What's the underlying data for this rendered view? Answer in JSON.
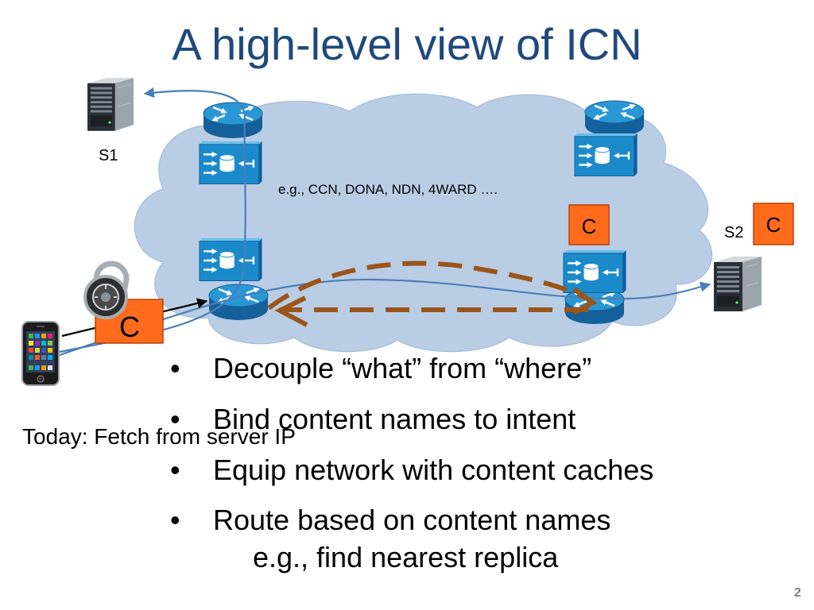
{
  "slide": {
    "title": "A high-level view of ICN",
    "page_number": "2"
  },
  "diagram": {
    "cloud_label": "e.g., CCN, DONA, NDN, 4WARD ….",
    "server_s1": {
      "label": "S1"
    },
    "server_s2": {
      "label": "S2"
    },
    "content_boxes": [
      {
        "label": "C"
      },
      {
        "label": "C"
      },
      {
        "label": "C"
      }
    ],
    "note": "Today: Fetch from server IP"
  },
  "bullet_marker": "•",
  "bullets": [
    {
      "text": "Decouple “what” from “where”"
    },
    {
      "text": "Bind content names to intent"
    },
    {
      "text": "Equip network with content caches"
    },
    {
      "text": "Route based on content names",
      "sub": "e.g., find nearest replica"
    }
  ],
  "colors": {
    "title": "#1F497D",
    "cloud": "#B9CDE5",
    "device": "#1B8ACB",
    "content": "#FF6B1A",
    "flow": "#4A7EBB",
    "dashed": "#9A5518"
  },
  "icons": {
    "server": "server-icon",
    "router": "router-icon",
    "cache_node": "cache-node-icon",
    "client_device": "phone-icon",
    "security": "padlock-icon"
  }
}
